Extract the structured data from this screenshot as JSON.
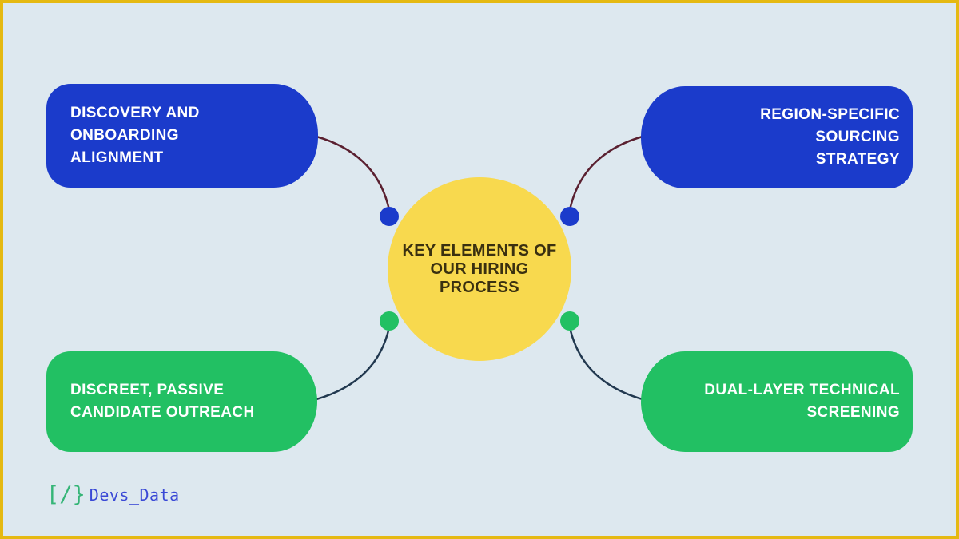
{
  "colors": {
    "bg": "#DDE8EF",
    "frame": "#E5B912",
    "node-blue": "#1B3BCB",
    "node-green": "#22C063",
    "node-text": "#FFFFFF",
    "circle-yellow": "#F8D94E",
    "circle-text": "#3A3010",
    "connector-top": "#5A2030",
    "connector-bottom": "#21384F",
    "logo-green": "#35B577",
    "logo-blue": "#3A49D6"
  },
  "center": {
    "title": "KEY ELEMENTS OF\nOUR HIRING\nPROCESS"
  },
  "nodes": [
    {
      "id": "discovery-onboarding",
      "position": "top-left",
      "color": "#1B3BCB",
      "label": "DISCOVERY AND\nONBOARDING\nALIGNMENT"
    },
    {
      "id": "region-sourcing",
      "position": "top-right",
      "color": "#1B3BCB",
      "label": "REGION-SPECIFIC SOURCING\nSTRATEGY"
    },
    {
      "id": "discreet-outreach",
      "position": "bottom-left",
      "color": "#22C063",
      "label": "DISCREET, PASSIVE\nCANDIDATE OUTREACH"
    },
    {
      "id": "dual-layer-screening",
      "position": "bottom-right",
      "color": "#22C063",
      "label": "DUAL-LAYER TECHNICAL\nSCREENING"
    }
  ],
  "logo": {
    "symbol": "[/}",
    "text": "Devs_Data"
  }
}
